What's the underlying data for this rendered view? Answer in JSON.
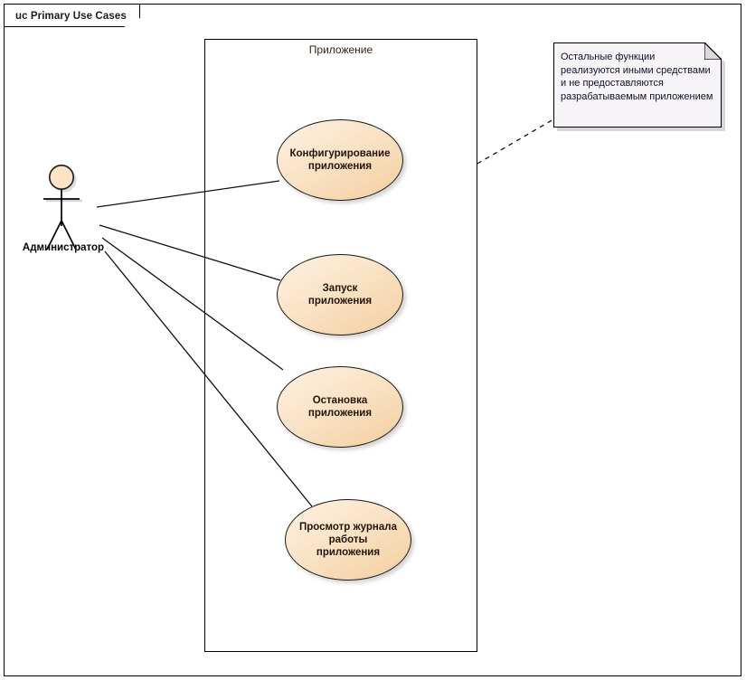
{
  "frame": {
    "tab_label": "uc Primary Use Cases",
    "border_color": "#000000",
    "background": "#ffffff"
  },
  "boundary": {
    "label": "Приложение",
    "border_color": "#000000"
  },
  "actor": {
    "name": "Администратор",
    "head_fill": "#fae3c6",
    "stroke": "#000000"
  },
  "use_cases": [
    {
      "id": "configure",
      "label": "Конфигурирование приложения",
      "line1": "Конфигурирование",
      "line2": "приложения"
    },
    {
      "id": "start",
      "label": "Запуск приложения",
      "line1": "Запуск приложения",
      "line2": ""
    },
    {
      "id": "stop",
      "label": "Остановка приложения",
      "line1": "Остановка",
      "line2": "приложения"
    },
    {
      "id": "viewlog",
      "label": "Просмотр журнала работы приложения",
      "line1": "Просмотр журнала",
      "line2": "работы приложения"
    }
  ],
  "note": {
    "text": "Остальные функции реализуются иными средствами и не предоставляются разрабатываемым приложением",
    "fill": "#f7f4f7",
    "text_color": "#10102a"
  },
  "style": {
    "usecase_fill_light": "#fdf2e2",
    "usecase_fill_dark": "#f2ce9f",
    "usecase_stroke": "#1a1a1a",
    "boundary_label_color": "#3a1f10"
  }
}
